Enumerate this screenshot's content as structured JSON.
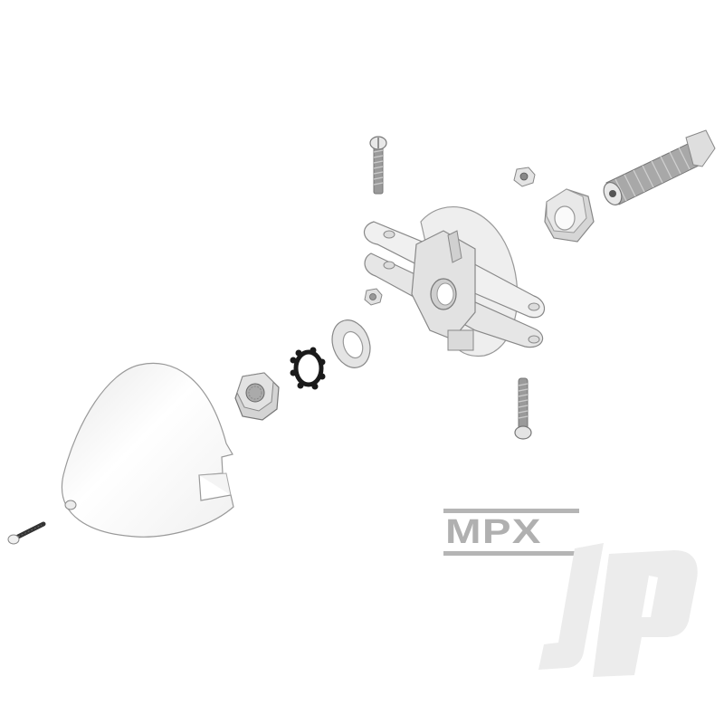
{
  "image": {
    "description": "Exploded view of a propeller spinner assembly kit",
    "background_color": "#ffffff"
  },
  "parts": [
    {
      "id": "spinner-cone",
      "label": "Spinner cone"
    },
    {
      "id": "spinner-screw",
      "label": "Spinner retaining screw"
    },
    {
      "id": "hex-nut",
      "label": "Hex nut"
    },
    {
      "id": "star-lock-washer",
      "label": "Star lock washer"
    },
    {
      "id": "flat-washer",
      "label": "Flat washer"
    },
    {
      "id": "small-nut-lower",
      "label": "Small nut"
    },
    {
      "id": "hub-backplate",
      "label": "Propeller hub with backplate"
    },
    {
      "id": "top-screw",
      "label": "Hub screw (top)"
    },
    {
      "id": "bottom-screw",
      "label": "Hub screw (bottom)"
    },
    {
      "id": "small-nut-upper",
      "label": "Small lock nut"
    },
    {
      "id": "large-hex-nut",
      "label": "Large hex nut"
    },
    {
      "id": "collet-adapter",
      "label": "Collet adapter"
    }
  ],
  "logos": {
    "mpx": {
      "text": "MPX",
      "color": "#b0b0b0"
    },
    "jp": {
      "text": "JP",
      "color": "#ebebeb"
    }
  }
}
